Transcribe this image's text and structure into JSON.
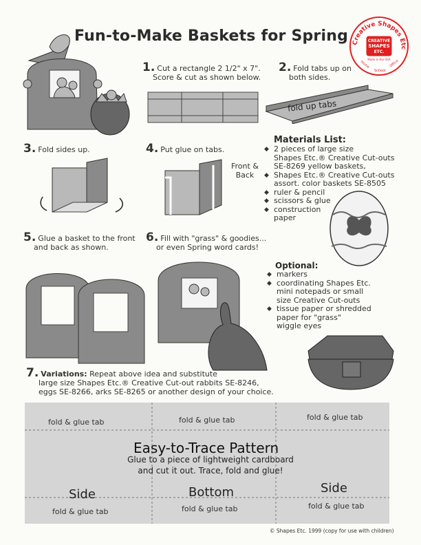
{
  "title": "Fun-to-Make Baskets for Spring",
  "logo": {
    "brand_text": "Creative Shapes Etc.",
    "badge_lines": [
      "CREATIVE",
      "SHAPES",
      "ETC."
    ],
    "made_in": "Made in the USA",
    "ring_words": [
      "Home",
      "School",
      "Office"
    ]
  },
  "steps": [
    {
      "num": "1.",
      "text": "Cut a rectangle 2 1/2\" x 7\".",
      "text2": "Score & cut as shown below."
    },
    {
      "num": "2.",
      "text": "Fold tabs up on",
      "text2": "both sides."
    },
    {
      "num": "3.",
      "text": "Fold sides up.",
      "text2": ""
    },
    {
      "num": "4.",
      "text": "Put glue on tabs.",
      "text2": ""
    },
    {
      "num": "5.",
      "text": "Glue a basket to the front",
      "text2": "and back as shown."
    },
    {
      "num": "6.",
      "text": "Fill with \"grass\" & goodies...",
      "text2": "or even Spring word cards!"
    }
  ],
  "step2_label": "fold up tabs",
  "step4_label": "Front &",
  "step4_label2": "Back",
  "variations": {
    "num": "7.",
    "label": "Variations:",
    "line1": "Repeat above idea and substitute",
    "line2": "large size Shapes Etc.® Creative Cut-out rabbits SE-8246,",
    "line3": "eggs SE-8266, arks SE-8265  or another design of your choice."
  },
  "materials": {
    "title": "Materials List:",
    "items": [
      [
        "2 pieces of large size",
        "Shapes Etc.® Creative Cut-outs",
        "SE-8269 yellow baskets,"
      ],
      [
        "Shapes Etc.® Creative Cut-outs",
        "assort. color baskets SE-8505"
      ],
      [
        "ruler & pencil"
      ],
      [
        "scissors & glue"
      ],
      [
        "construction",
        "paper"
      ]
    ]
  },
  "optional": {
    "title": "Optional:",
    "items": [
      [
        "markers"
      ],
      [
        "coordinating Shapes Etc.",
        "mini notepads or small",
        "size Creative Cut-outs"
      ],
      [
        "tissue paper or shredded",
        "paper for \"grass\"",
        "wiggle eyes"
      ]
    ]
  },
  "pattern": {
    "tab_label": "fold & glue tab",
    "title": "Easy-to-Trace Pattern",
    "desc1": "Glue to a piece of lightweight cardboard",
    "desc2": "and cut it out. Trace, fold and glue!",
    "side": "Side",
    "bottom": "Bottom"
  },
  "footer": "© Shapes Etc. 1999 (copy for use with children)",
  "colors": {
    "logo_red": "#e02020",
    "pattern_fill": "#d5d5d5",
    "art_gray": "#8a8a8a"
  }
}
